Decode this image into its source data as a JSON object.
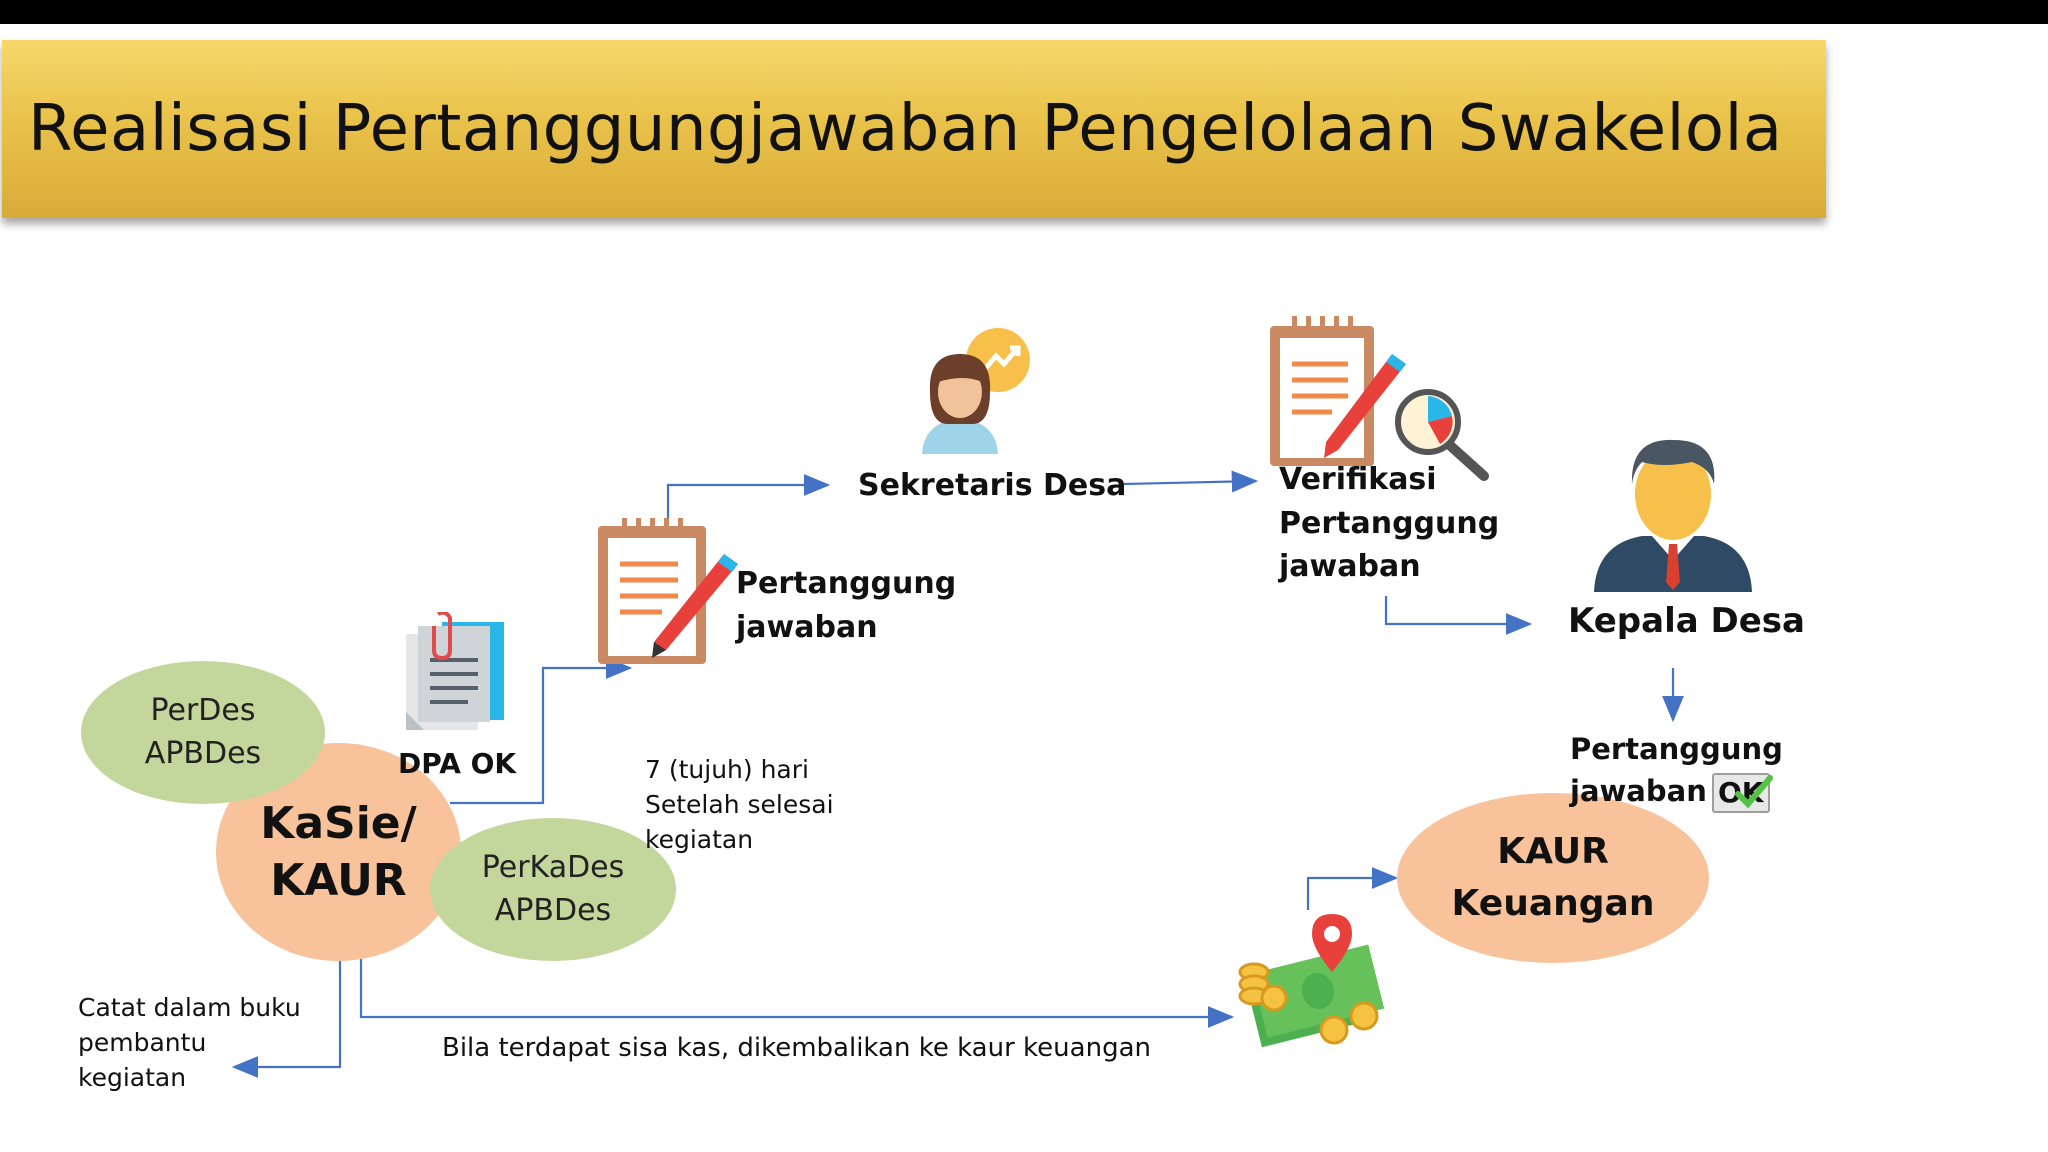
{
  "slide": {
    "title": "Realisasi Pertanggungjawaban Pengelolaan Swakelola"
  },
  "nodes": {
    "perdes": [
      "PerDes",
      "APBDes"
    ],
    "kasie": [
      "KaSie/",
      "KAUR"
    ],
    "perkades": [
      "PerKaDes",
      "APBDes"
    ],
    "dpa_ok": "DPA OK",
    "pertanggung": [
      "Pertanggung",
      "jawaban"
    ],
    "sekretaris": "Sekretaris Desa",
    "verifikasi": [
      "Verifikasi",
      "Pertanggung",
      "jawaban"
    ],
    "kepala": "Kepala Desa",
    "pj_ok": [
      "Pertanggung",
      "jawaban"
    ],
    "ok_badge": "OK",
    "kaur_keuangan": [
      "KAUR",
      "Keuangan"
    ]
  },
  "notes": {
    "tujuh_hari": [
      "7 (tujuh) hari",
      "Setelah selesai",
      "kegiatan"
    ],
    "catat": [
      "Catat dalam buku",
      "pembantu",
      "kegiatan"
    ],
    "sisa_kas": "Bila terdapat sisa kas, dikembalikan ke kaur keuangan"
  },
  "colors": {
    "banner": "#e9c24a",
    "green_ellipse": "#c3d69b",
    "orange_ellipse": "#f8c39a",
    "arrow": "#4472c4"
  }
}
